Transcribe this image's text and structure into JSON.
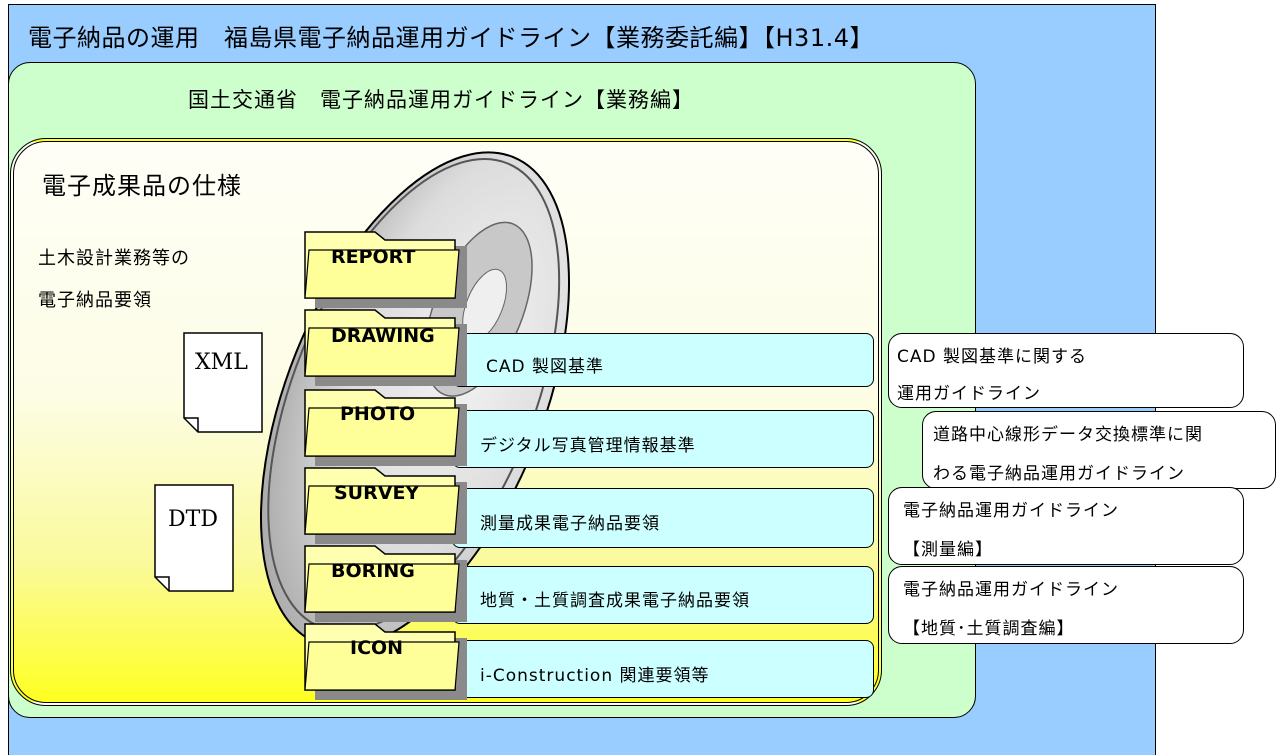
{
  "title": "電子納品の運用　福島県電子納品運用ガイドライン【業務委託編】【H31.4】",
  "mlit_title": "国土交通省　電子納品運用ガイドライン【業務編】",
  "spec": {
    "title": "電子成果品の仕様",
    "lines": [
      "土木設計業務等の",
      "電子納品要領"
    ]
  },
  "docs": [
    "XML",
    "DTD"
  ],
  "folders": [
    "REPORT",
    "DRAWING",
    "PHOTO",
    "SURVEY",
    "BORING",
    "ICON"
  ],
  "standards": [
    "CAD 製図基準",
    "デジタル写真管理情報基準",
    "測量成果電子納品要領",
    "地質・土質調査成果電子納品要領",
    "i-Construction 関連要領等"
  ],
  "guides": [
    [
      "CAD 製図基準に関する",
      "運用ガイドライン"
    ],
    [
      "道路中心線形データ交換標準に関",
      "わる電子納品運用ガイドライン"
    ],
    [
      "電子納品運用ガイドライン",
      "【測量編】"
    ],
    [
      "電子納品運用ガイドライン",
      "【地質･土質調査編】"
    ]
  ]
}
